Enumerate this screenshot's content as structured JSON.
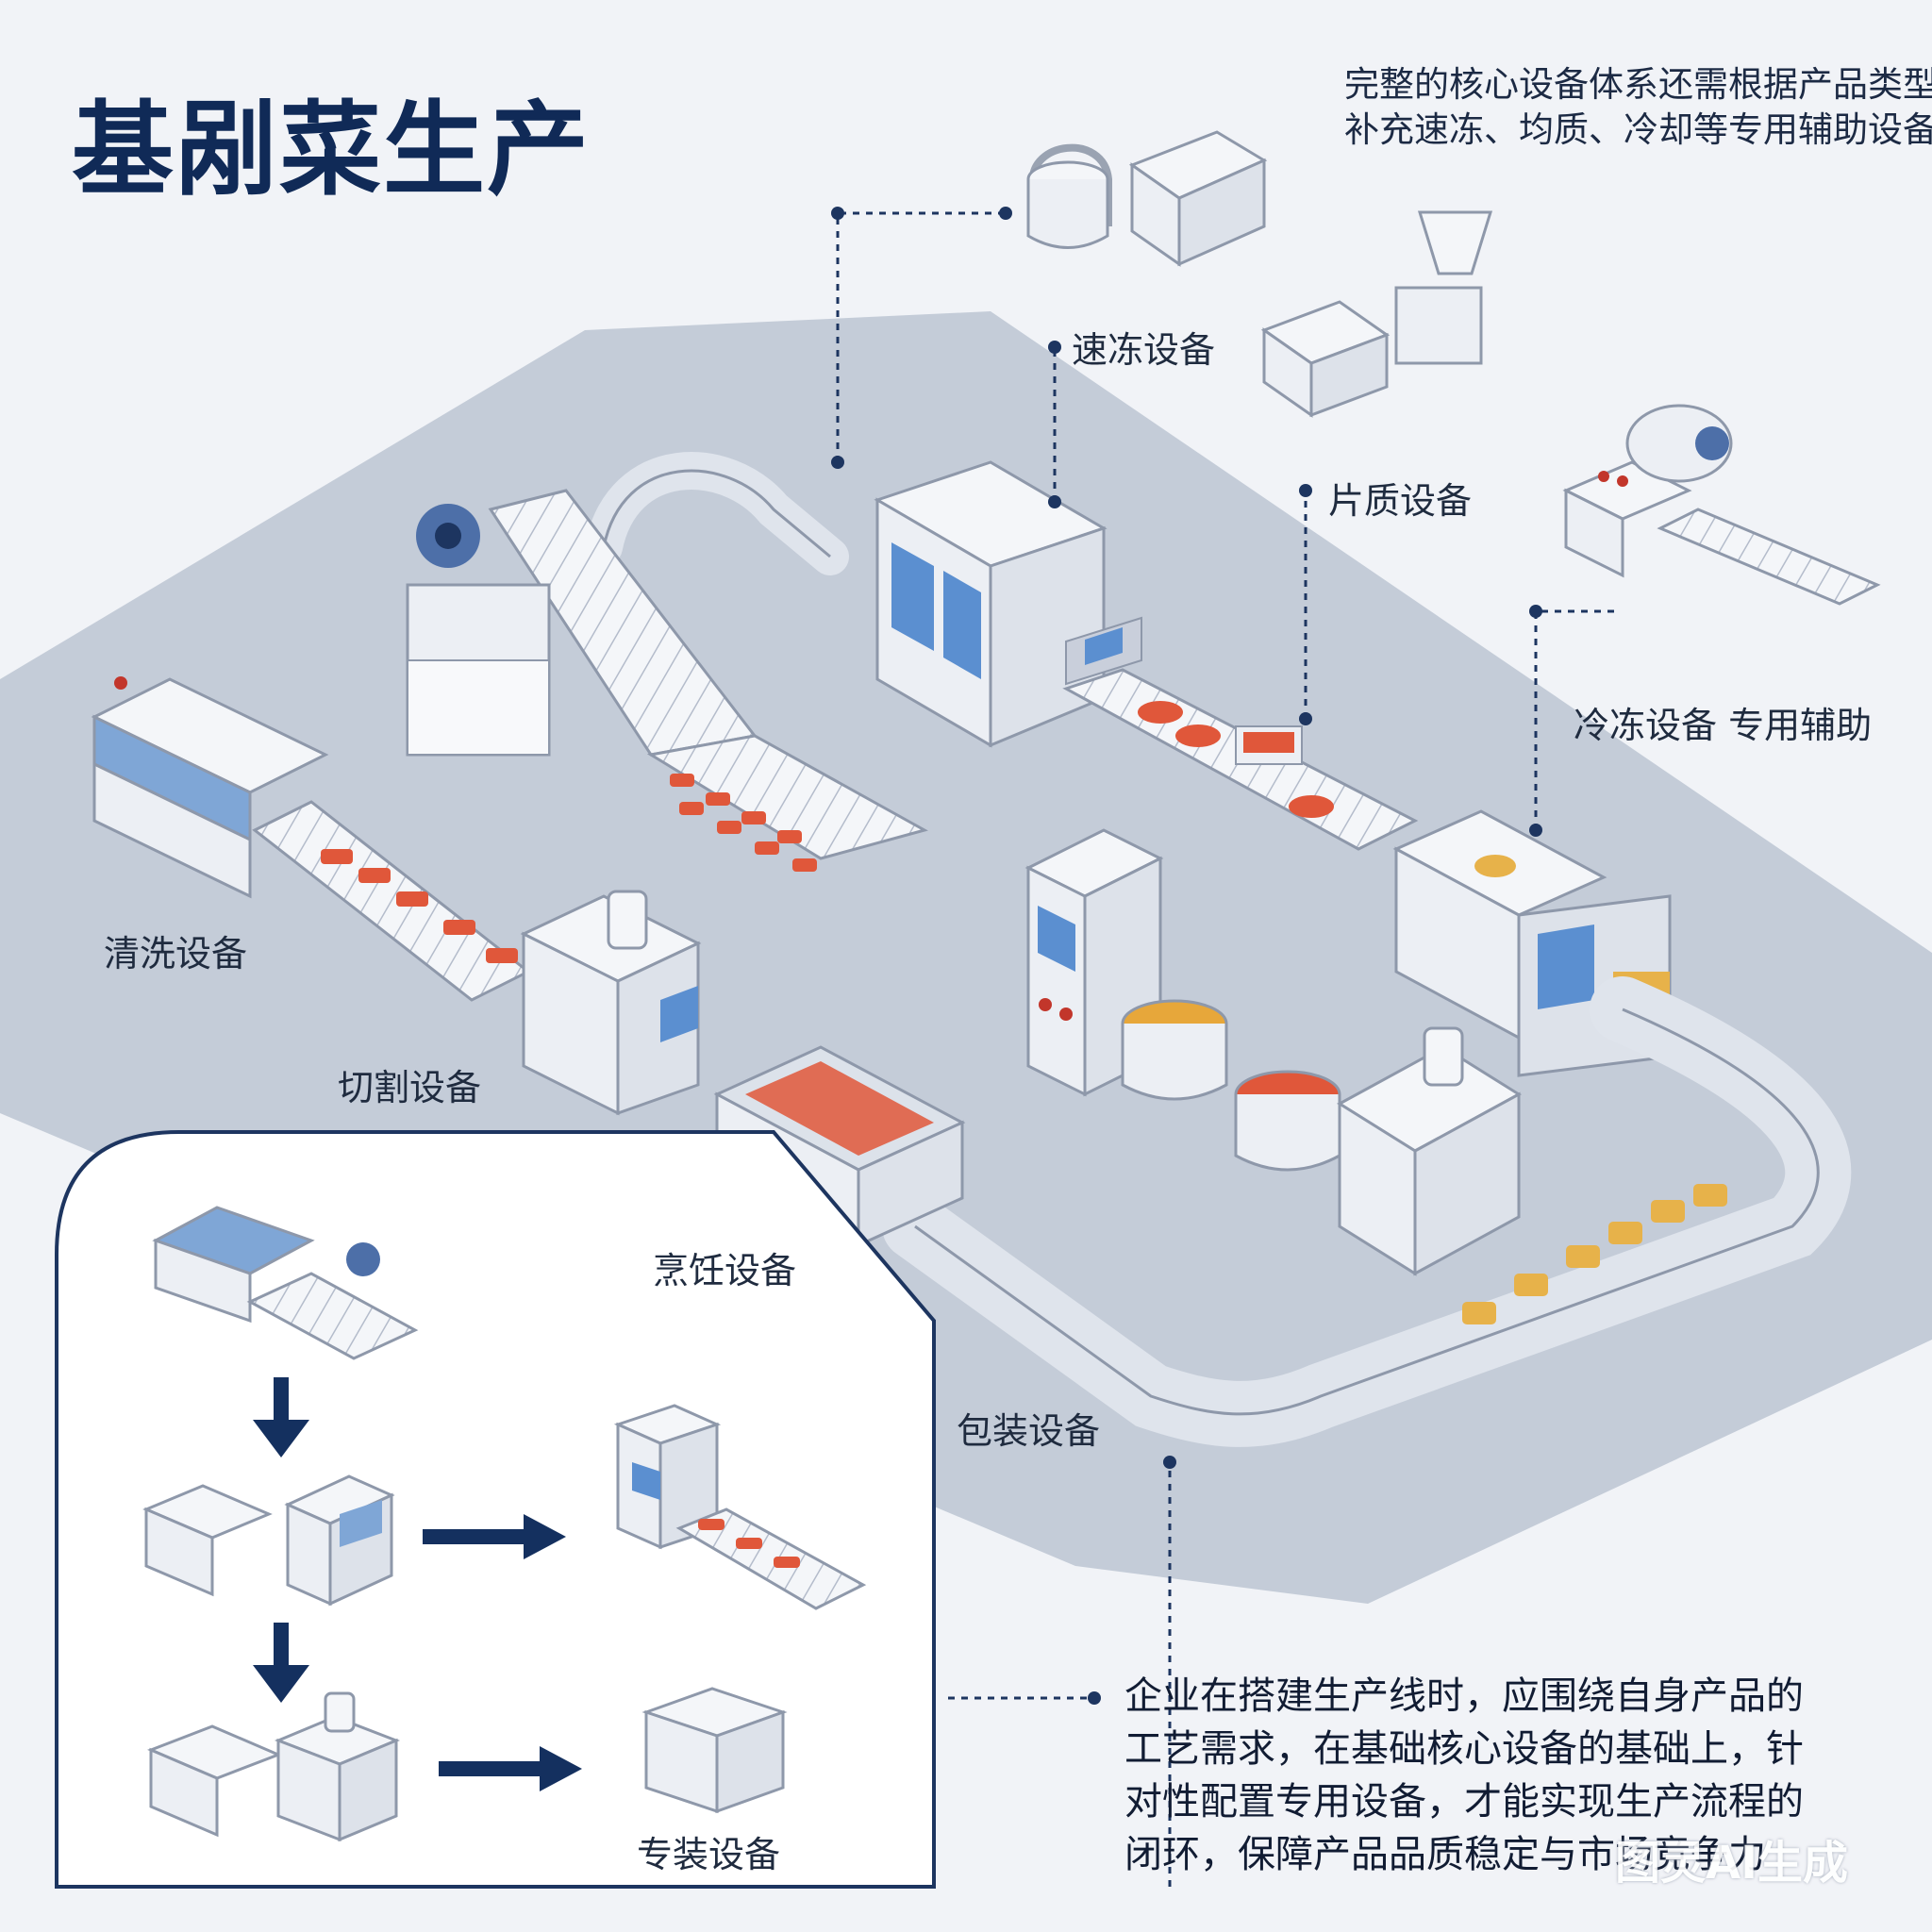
{
  "title": "基剐菜生产",
  "note_top": [
    "完整的核心设备体系还需根据产品类型，",
    "补充速冻、均质、冷却等专用辅助设备"
  ],
  "labels": {
    "freeze": "速冻设备",
    "quality": "片质设备",
    "cold_aux": "冷冻设备 专用辅助",
    "wash": "清洗设备",
    "cut": "切割设备",
    "cook": "烹饪设备",
    "pack": "包装设备",
    "special": "专装设备"
  },
  "note_bottom": [
    "企业在搭建生产线时，应围绕自身产品的",
    "工艺需求，在基础核心设备的基础上，针",
    "对性配置专用设备，才能实现生产流程的",
    "闭环，保障产品品质稳定与市场竞争力"
  ],
  "watermark": "图灵AI生成",
  "colors": {
    "navy": "#14305f",
    "accent_blue": "#5b8fd0",
    "floor": "#c4ccd8",
    "steel": "#e9edf3",
    "food": "#e0573a"
  }
}
